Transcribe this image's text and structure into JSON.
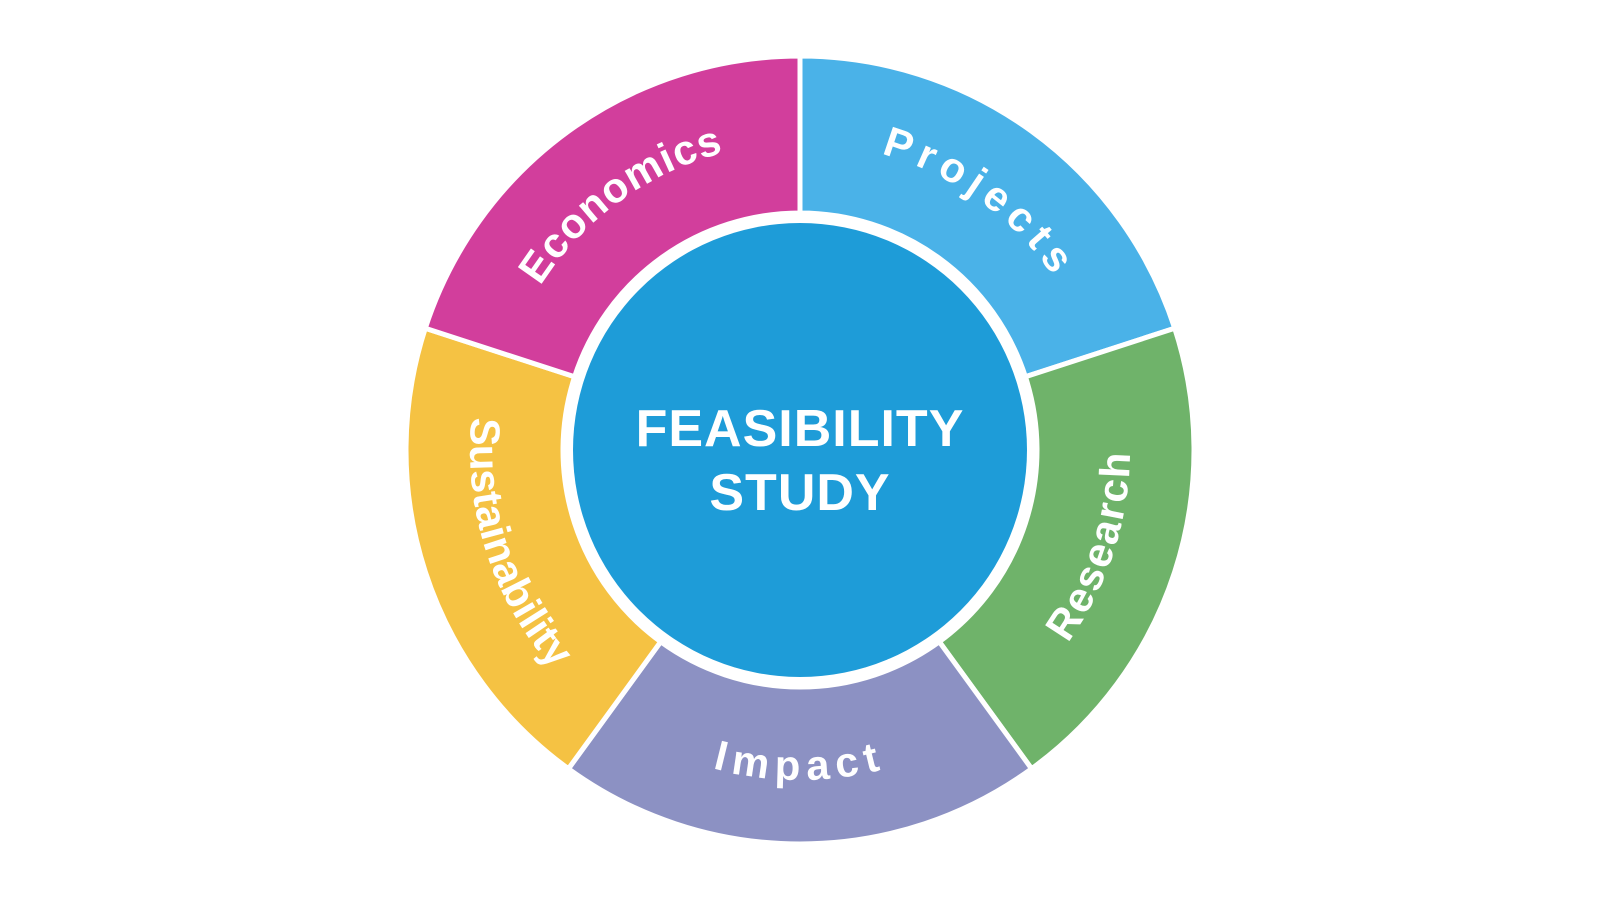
{
  "diagram": {
    "background_color": "#ffffff",
    "divider_color": "#ffffff",
    "label_text_color": "#ffffff",
    "center": {
      "line1": "FEASIBILITY",
      "line2": "STUDY",
      "color": "#1E9CD8",
      "text_color": "#ffffff"
    },
    "segments": [
      {
        "label": "Projects",
        "color": "#4AB2E8",
        "position": "top-right"
      },
      {
        "label": "Research",
        "color": "#6FB36A",
        "position": "right"
      },
      {
        "label": "Impact",
        "color": "#8C91C3",
        "position": "bottom"
      },
      {
        "label": "Sustainability",
        "color": "#F5C243",
        "position": "left"
      },
      {
        "label": "Economics",
        "color": "#D23E9C",
        "position": "top-left"
      }
    ]
  }
}
